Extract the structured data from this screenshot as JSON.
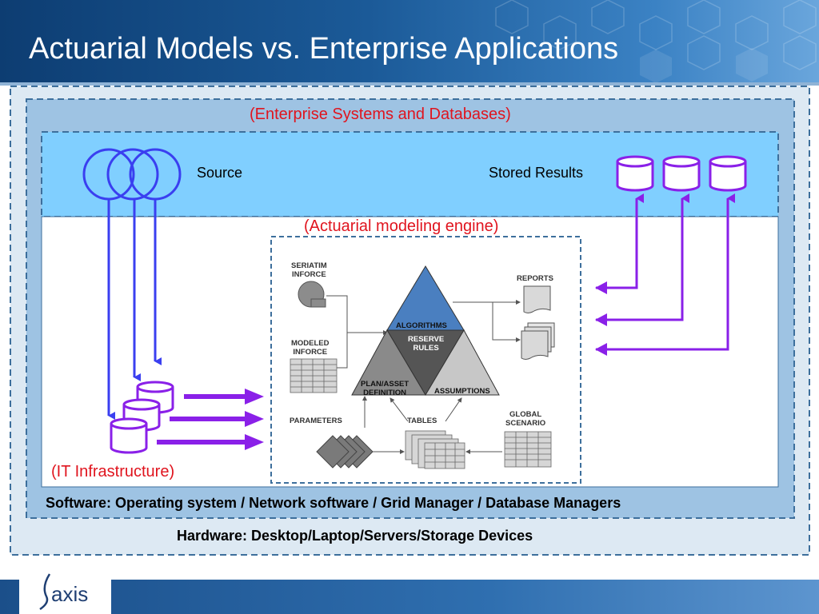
{
  "header": {
    "title": "Actuarial Models vs. Enterprise Applications"
  },
  "labels": {
    "enterprise": "(Enterprise Systems and Databases)",
    "source": "Source",
    "stored_results": "Stored Results",
    "engine": "(Actuarial modeling engine)",
    "it_infra": "(IT Infrastructure)",
    "software": "Software: Operating system / Network software / Grid Manager / Database Managers",
    "hardware": "Hardware:  Desktop/Laptop/Servers/Storage Devices"
  },
  "engine": {
    "seriatim": [
      "SERIATIM",
      "INFORCE"
    ],
    "modeled": [
      "MODELED",
      "INFORCE"
    ],
    "parameters": "PARAMETERS",
    "reports": "REPORTS",
    "algorithms": "ALGORITHMS",
    "reserve": [
      "RESERVE",
      "RULES"
    ],
    "plan": [
      "PLAN/ASSET",
      "DEFINITION"
    ],
    "assumptions": "ASSUMPTIONS",
    "tables": "TABLES",
    "global": [
      "GLOBAL",
      "SCENARIO"
    ]
  },
  "logo": {
    "text": "axis"
  },
  "colors": {
    "red": "#e0141e",
    "blue_line": "#3a3ff0",
    "purple": "#8a20e8",
    "outer_fill": "#dde9f3",
    "software_fill": "#9ec3e3",
    "enterprise_fill": "#80cfff",
    "triangle_blue": "#4a7fc0",
    "triangle_dark": "#555555",
    "triangle_mid": "#8a8a8a",
    "triangle_light": "#c7c7c7"
  }
}
